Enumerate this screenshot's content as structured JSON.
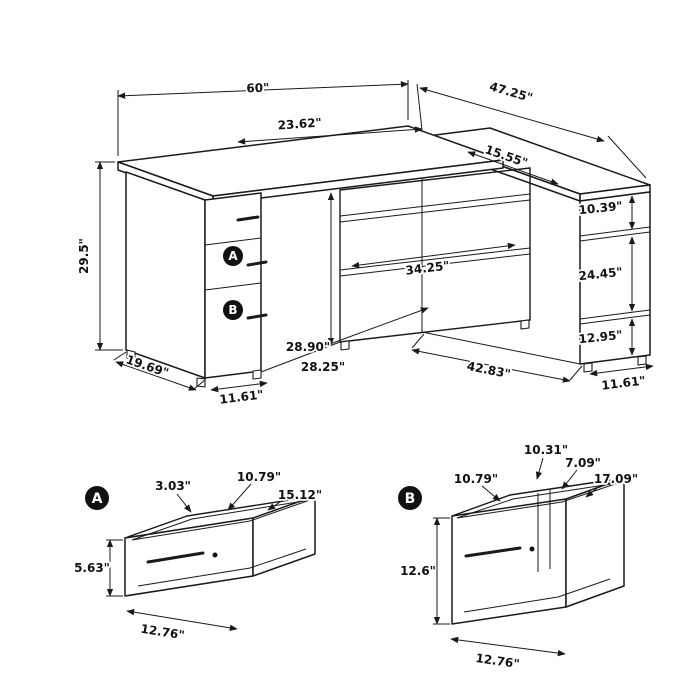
{
  "figure": {
    "badge_a": "A",
    "badge_b": "B",
    "colors": {
      "line": "#1a1a1a",
      "badge_bg": "#111111",
      "badge_text": "#ffffff"
    },
    "main": {
      "dim_width": "60\"",
      "dim_return_length": "47.25\"",
      "dim_desk_depth": "23.62\"",
      "dim_return_top_depth": "15.55\"",
      "dim_height": "29.5\"",
      "dim_cubby_top": "10.39\"",
      "dim_cubby_middle": "24.45\"",
      "dim_cubby_bottom": "12.95\"",
      "dim_shelf_length": "34.25\"",
      "dim_knee_height": "28.25\"",
      "dim_knee_width": "28.90\"",
      "dim_pedestal_depth": "19.69\"",
      "dim_pedestal_width": "11.61\"",
      "dim_return_base": "42.83\"",
      "dim_return_end_width": "11.61\""
    },
    "detail_a": {
      "badge": "A",
      "dim_side_height": "3.03\"",
      "dim_inner_width": "10.79\"",
      "dim_depth": "15.12\"",
      "dim_height": "5.63\"",
      "dim_width": "12.76\""
    },
    "detail_b": {
      "badge": "B",
      "dim_inner_depth": "10.31\"",
      "dim_inner_width": "10.79\"",
      "dim_back_gap": "7.09\"",
      "dim_depth": "17.09\"",
      "dim_height": "12.6\"",
      "dim_width": "12.76\""
    }
  }
}
